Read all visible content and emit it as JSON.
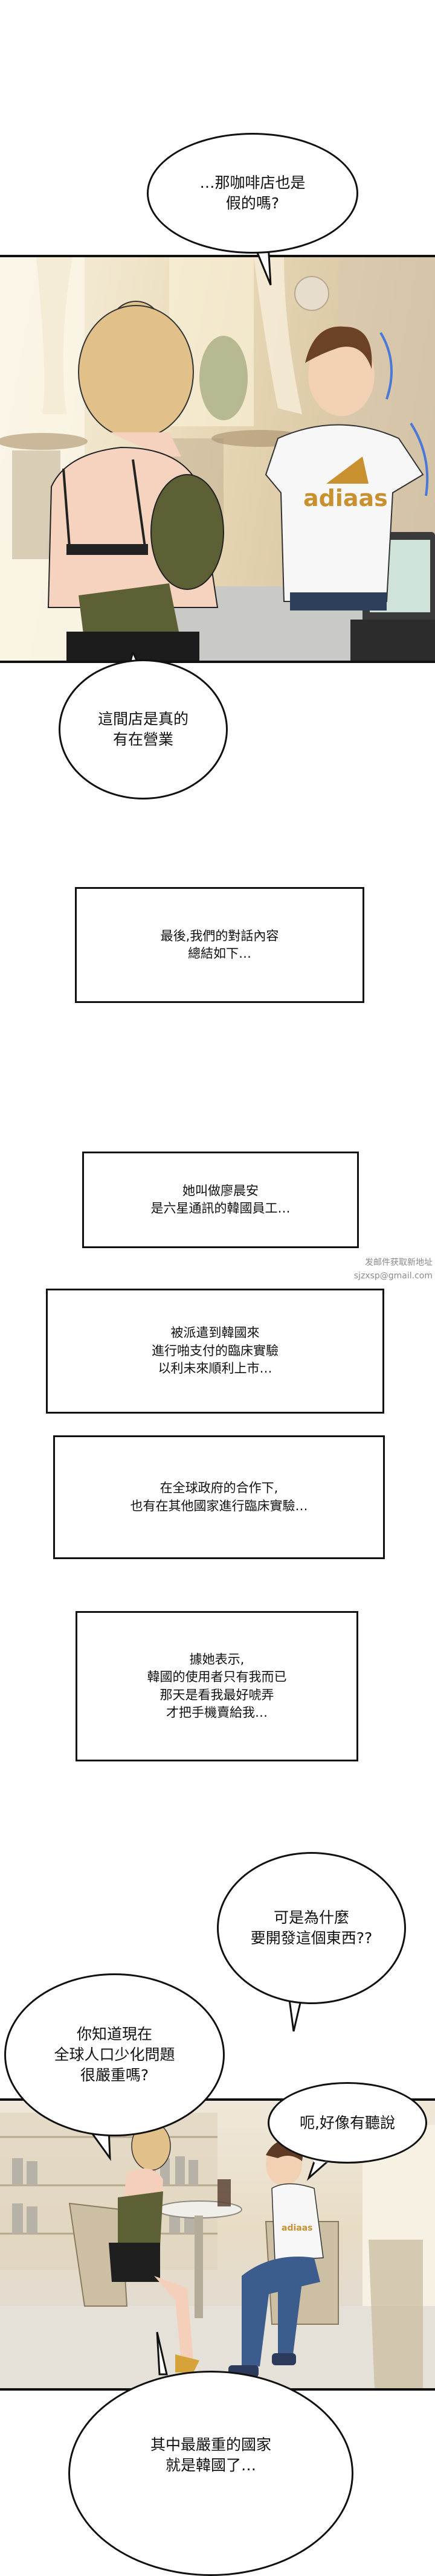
{
  "comic": {
    "watermark": {
      "line1": "发邮件获取新地址",
      "line2": "sjzxsp@gmail.com"
    },
    "bubbles": [
      {
        "id": "b1",
        "speaker": "boy",
        "text": "…那咖啡店也是\n假的嗎?"
      },
      {
        "id": "b2",
        "speaker": "woman",
        "text": "這間店是真的\n有在營業"
      },
      {
        "id": "b3",
        "speaker": "boy",
        "text": "可是為什麼\n要開發這個東西??"
      },
      {
        "id": "b4",
        "speaker": "woman",
        "text": "你知道現在\n全球人口少化問題\n很嚴重嗎?"
      },
      {
        "id": "b5",
        "speaker": "boy",
        "text": "呃,好像有聽說"
      },
      {
        "id": "b6",
        "speaker": "woman",
        "text": "其中最嚴重的國家\n就是韓國了…"
      }
    ],
    "captions": [
      {
        "id": "c1",
        "text": "最後,我們的對話內容\n總結如下…"
      },
      {
        "id": "c2",
        "text": "她叫做廖晨安\n是六星通訊的韓國員工…"
      },
      {
        "id": "c3",
        "text": "被派遣到韓國來\n進行啪支付的臨床實驗\n以利未來順利上市…"
      },
      {
        "id": "c4",
        "text": "在全球政府的合作下,\n也有在其他國家進行臨床實驗…"
      },
      {
        "id": "c5",
        "text": "據她表示,\n韓國的使用者只有我而已\n那天是看我最好唬弄\n才把手機賣給我…"
      }
    ],
    "panels": [
      {
        "id": "panel-1",
        "scene": "cafe counter: blonde woman in green top seen from behind, boy in white t-shirt behind register",
        "shirt_text": "adiaas"
      },
      {
        "id": "panel-2",
        "scene": "cafe seating: woman and boy sitting at round table talking",
        "shirt_text": "adiaas"
      }
    ],
    "colors": {
      "ink": "#111111",
      "paper": "#ffffff",
      "watermark": "#8a8a8a",
      "shirt_logo": "#c8902f",
      "hair": "#e2c08a",
      "top_green": "#5d5f35",
      "jeans": "#3b5c8c"
    }
  }
}
